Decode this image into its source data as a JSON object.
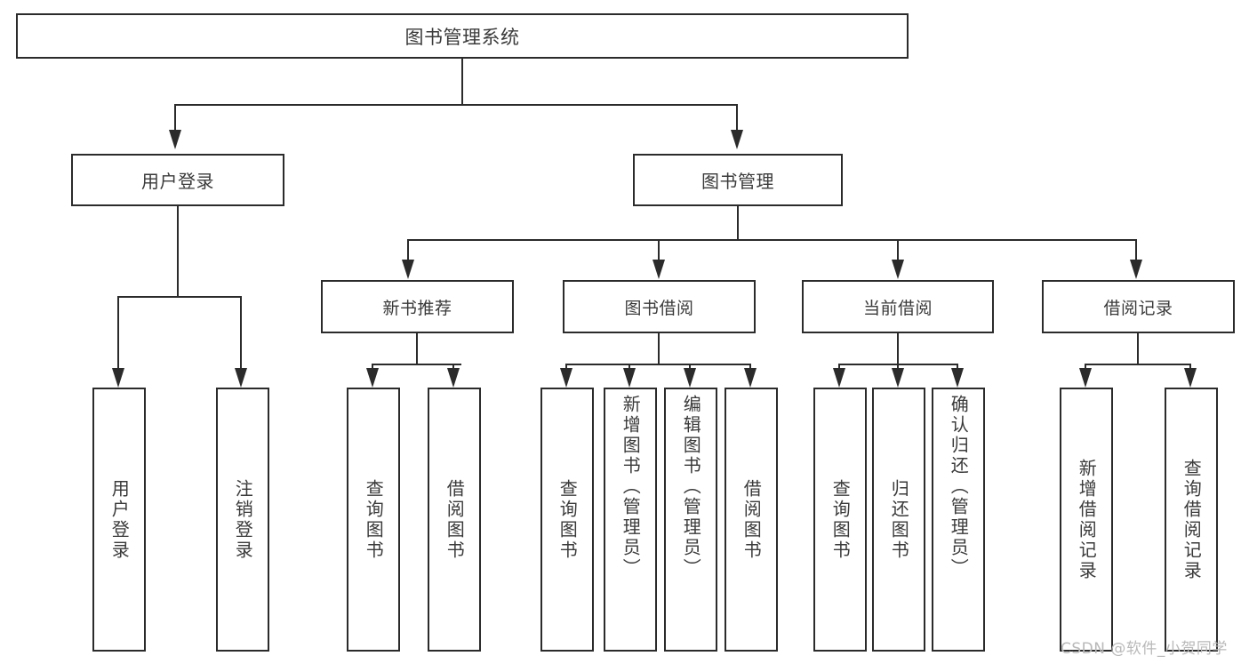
{
  "diagram": {
    "title": "图书管理系统",
    "type": "functional-structure-tree",
    "root": {
      "label": "图书管理系统"
    },
    "level1": [
      {
        "label": "用户登录"
      },
      {
        "label": "图书管理"
      }
    ],
    "level2": [
      {
        "label": "新书推荐"
      },
      {
        "label": "图书借阅"
      },
      {
        "label": "当前借阅"
      },
      {
        "label": "借阅记录"
      }
    ],
    "leaves": [
      {
        "label": "用户登录",
        "parent": "用户登录"
      },
      {
        "label": "注销登录",
        "parent": "用户登录"
      },
      {
        "label": "查询图书",
        "parent": "新书推荐"
      },
      {
        "label": "借阅图书",
        "parent": "新书推荐"
      },
      {
        "label": "查询图书",
        "parent": "图书借阅"
      },
      {
        "label": "新增图书（管理员）",
        "parent": "图书借阅"
      },
      {
        "label": "编辑图书（管理员）",
        "parent": "图书借阅"
      },
      {
        "label": "借阅图书",
        "parent": "图书借阅"
      },
      {
        "label": "查询图书",
        "parent": "当前借阅"
      },
      {
        "label": "归还图书",
        "parent": "当前借阅"
      },
      {
        "label": "确认归还（管理员）",
        "parent": "当前借阅"
      },
      {
        "label": "新增借阅记录",
        "parent": "借阅记录"
      },
      {
        "label": "查询借阅记录",
        "parent": "借阅记录"
      }
    ]
  },
  "watermark": {
    "text": "CSDN @软件_小贺同学"
  },
  "colors": {
    "background": "#ffffff",
    "stroke": "#2b2b2b",
    "text": "#3a3a3a",
    "watermark": "#b9b9b9"
  }
}
